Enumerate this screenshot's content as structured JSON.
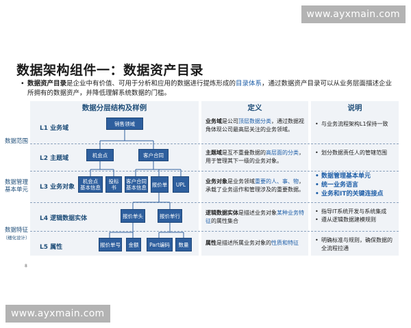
{
  "watermark": "www.ayxmain.com",
  "title": "数据架构组件一：数据资产目录",
  "bullet": {
    "mark": "•",
    "term": "数据资产目录",
    "text_a": "是企业中有价值、可用于分析和应用的数据进行提炼形成的",
    "highlight": "目录体系",
    "text_b": "，通过数据资产目录可以从业务层面描述企业所拥有的数据资产，并降低理解系统数据的门槛。"
  },
  "headers": {
    "diagram": "数据分层结构及样例",
    "definition": "定义",
    "note": "说明"
  },
  "side_labels": {
    "scope": "数据范围",
    "mgmt_1": "数据管理",
    "mgmt_2": "基本单元",
    "feat_1": "数据特征",
    "feat_2": "（细化设计）"
  },
  "levels": [
    "L1 业务域",
    "L2 主题域",
    "L3 业务对象",
    "L4 逻辑数据实体",
    "L5 属性"
  ],
  "nodes": {
    "sales_domain": "销售领域",
    "opportunity": "机会点",
    "customer_contract": "客户合同",
    "opp_basic_1": "机会点",
    "opp_basic_2": "基本信息",
    "bid_doc": "投标书",
    "contract_basic_1": "客户合同",
    "contract_basic_2": "基本信息",
    "quote": "报价单",
    "upl": "UPL",
    "quote_header": "报价单头",
    "quote_line": "报价单行",
    "quote_no": "报价单号",
    "amount": "金额",
    "part_code": "Part编码",
    "quantity": "数量"
  },
  "definitions": [
    {
      "term": "业务域",
      "a": "是公司",
      "hl": "顶层数据分类",
      "b": "，通过数据视角体现公司最高层关注的业务领域。"
    },
    {
      "term": "主题域",
      "a": "是互不重叠数据的",
      "hl": "高层面的分类",
      "b": "，用于管理其下一级的业务对象。"
    },
    {
      "term": "业务对象",
      "a": "是业务领域",
      "hl": "重要的人、事、物",
      "b": "，承载了业务运作和管理涉及的重要数据。"
    },
    {
      "term": "逻辑数据实体",
      "a": "是描述业务对象",
      "hl": "某种业务特征",
      "b": "的属性集合"
    },
    {
      "term": "属性",
      "a": "是描述所属业务对象的",
      "hl": "性质和特征",
      "b": ""
    }
  ],
  "notes": {
    "l1": [
      "与业务流程架构L1保持一致"
    ],
    "l2": [
      "划分数据责任人的管辖范围"
    ],
    "l3": [
      "数据管理基本单元",
      "统一业务语言",
      "业务和IT的关键连接点"
    ],
    "l4": [
      "指导IT系统开发与系统集成",
      "遵从逻辑数据建模规则"
    ],
    "l5": [
      "明确标准与规则，确保数据的全流程拉通"
    ]
  },
  "page_number": "8",
  "colors": {
    "node": "#2e5f9e",
    "accent": "#1f4e79",
    "highlight": "#1f5fa8",
    "panel": "#f0f3f7"
  }
}
